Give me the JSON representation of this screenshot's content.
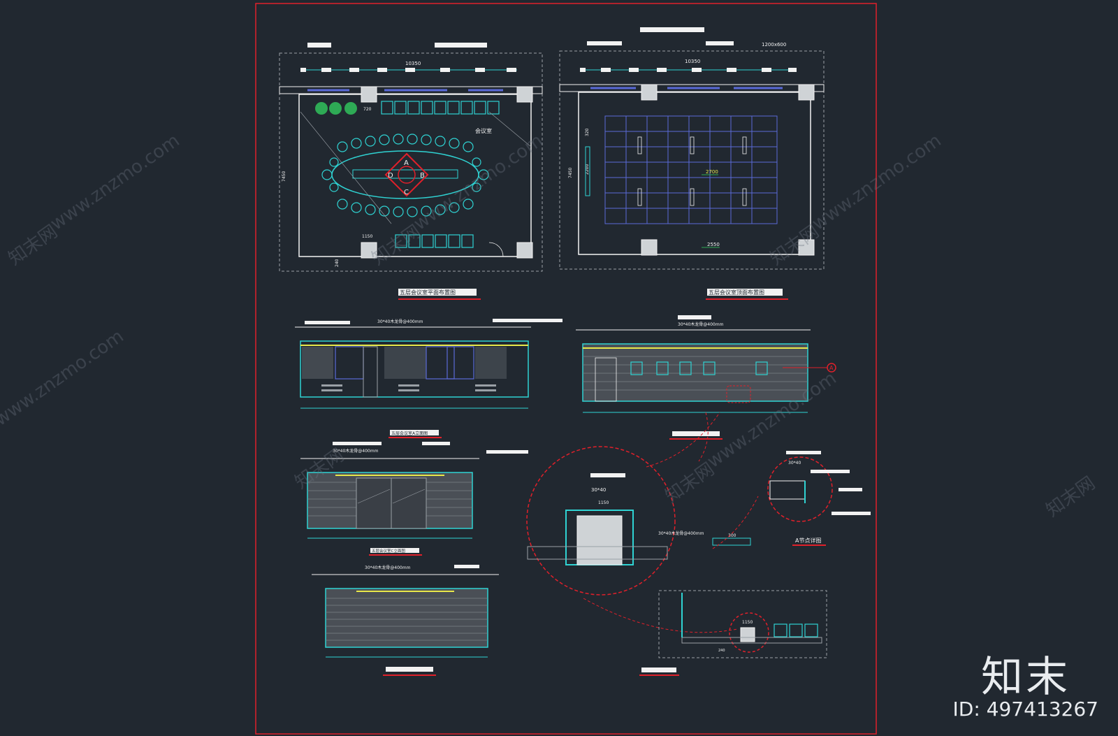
{
  "drawing": {
    "plan_room_label": "会议室",
    "plan_top_dim": "10350",
    "ceiling_top_dim": "10350",
    "ceiling_top_note": "1200x600",
    "plan_side_dim": "7450",
    "ceiling_side_dim": "7450",
    "ceiling_height_1": "2700",
    "ceiling_height_2": "2550",
    "plan_col_dim": "1150",
    "plan_left_dim": "720",
    "plan_bottom_dim": "240",
    "ceiling_left_dim": "2200",
    "ceiling_left_dim_2": "320",
    "callout_letters": [
      "A",
      "B",
      "C",
      "D"
    ],
    "elev_a_note": "30*40木龙骨@400mm",
    "elev_b_note": "30*40木龙骨@400mm",
    "elev_c_note": "30*40木龙骨@400mm",
    "elev_d_note": "30*40木龙骨@400mm",
    "detail_dim_1": "30*40",
    "detail_dim_2": "1150",
    "detail_dim_3": "300",
    "detail_note": "30*40木龙骨@400mm",
    "node_dim": "30*40",
    "node_marker": "A",
    "node_title": "A节点详图",
    "bottom_dim": "1150",
    "bottom_dim_2": "240",
    "title_plan": "五层会议室平面布置图",
    "title_ceiling": "五层会议室顶面布置图",
    "title_elev_a": "五层会议室A立面图",
    "title_elev_c": "五层会议室C立面图"
  },
  "watermark": {
    "site": "www.znzmo.com",
    "cn": "知末网",
    "brand": "知末",
    "id": "ID: 497413267"
  },
  "colors": {
    "background": "#212830",
    "frame": "#e0202a",
    "cyan": "#2fd3d3",
    "yellow": "#e8e84a",
    "white": "#f2f2f2",
    "blue": "#5a6ad8",
    "green": "#2eaa55",
    "gray": "#9aa0a6"
  }
}
